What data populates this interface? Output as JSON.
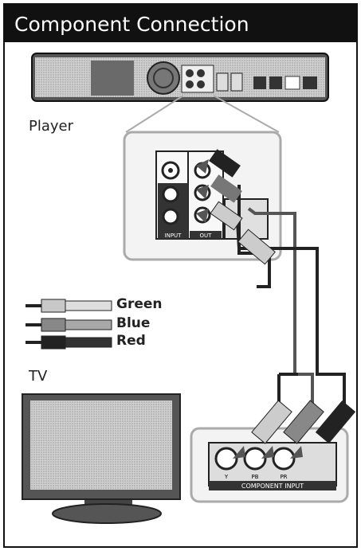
{
  "title": "Component Connection",
  "labels": {
    "player": "Player",
    "tv": "TV"
  },
  "legend": [
    {
      "label": "Green",
      "color": "#c8c8c8"
    },
    {
      "label": "Blue",
      "color": "#888888"
    },
    {
      "label": "Red",
      "color": "#222222"
    }
  ],
  "player_panel": {
    "jacks": [
      "INPUT",
      "OUT"
    ]
  },
  "tv_panel": {
    "header": "COMPONENT INPUT",
    "jacks": [
      "Y",
      "PB",
      "PR"
    ]
  }
}
